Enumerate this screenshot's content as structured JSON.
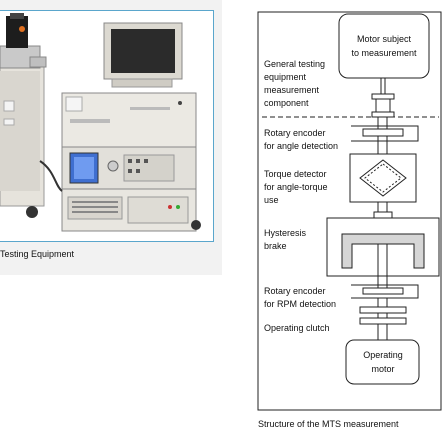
{
  "left_caption": "Testing Equipment",
  "right_caption": "Structure of the MTS measurement",
  "diagram": {
    "motor_subject": [
      "Motor subject",
      "to measurement"
    ],
    "general_testing": [
      "General testing",
      "equipment",
      "measurement",
      "component"
    ],
    "rotary_angle": [
      "Rotary encoder",
      "for angle detection"
    ],
    "torque_detector": [
      "Torque detector",
      "for angle-torque",
      "use"
    ],
    "hysteresis": [
      "Hysteresis",
      "brake"
    ],
    "rotary_rpm": [
      "Rotary encoder",
      "for RPM detection"
    ],
    "operating_clutch": [
      "Operating clutch"
    ],
    "operating_motor": [
      "Operating",
      "motor"
    ]
  },
  "colors": {
    "frame": "#5aa6cc",
    "panel": "#f2f2f2",
    "line": "#222222"
  }
}
